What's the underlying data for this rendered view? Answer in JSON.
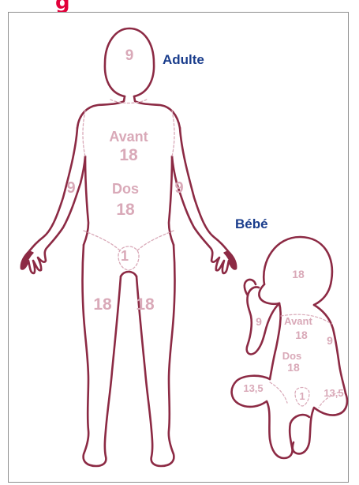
{
  "title_fragment": "g",
  "adult": {
    "heading": "Adulte",
    "head": "9",
    "front_label": "Avant",
    "front_value": "18",
    "back_label": "Dos",
    "back_value": "18",
    "left_arm": "9",
    "right_arm": "9",
    "genital": "1",
    "left_leg": "18",
    "right_leg": "18"
  },
  "baby": {
    "heading": "Bébé",
    "head": "18",
    "arm": "9",
    "right_arm": "9",
    "front_label": "Avant",
    "front_value": "18",
    "back_label": "Dos",
    "back_value": "18",
    "genital": "1",
    "left_leg": "13,5",
    "right_leg": "13,5"
  },
  "colors": {
    "outline": "#8c2a44",
    "zone_text": "#d9a9b8",
    "heading": "#1a3d8c",
    "title_red": "#e2003a",
    "frame": "#8f8f8f"
  }
}
